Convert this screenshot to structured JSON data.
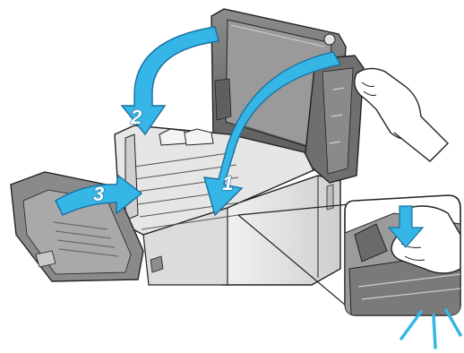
{
  "steps": [
    {
      "label": "1"
    },
    {
      "label": "2"
    },
    {
      "label": "3"
    }
  ],
  "colors": {
    "arrow": "#35b6e6",
    "arrow_stroke": "#1a6fa0",
    "line": "#222222",
    "gray_light": "#d8d8d8",
    "gray_mid": "#a8a8a8",
    "gray_dark": "#6e6e6e",
    "white": "#ffffff"
  },
  "icons": {
    "inset_click": "click-burst-icon"
  }
}
